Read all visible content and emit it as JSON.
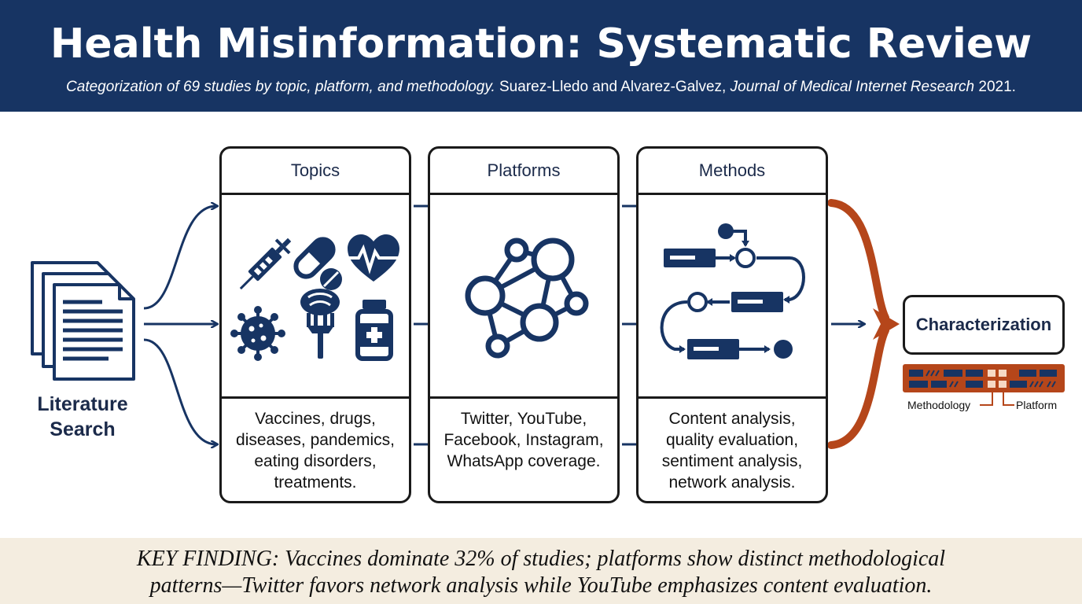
{
  "header": {
    "title": "Health Misinformation: Systematic Review",
    "subtitle_italic": "Categorization of 69 studies by topic, platform, and methodology.",
    "subtitle_authors": " Suarez-Lledo and Alvarez-Galvez, ",
    "subtitle_journal": "Journal of Medical Internet Research",
    "subtitle_year": " 2021."
  },
  "source": {
    "label": "Literature Search"
  },
  "cards": [
    {
      "title": "Topics",
      "icons": [
        "syringe-icon",
        "pill-icon",
        "heart-pulse-icon",
        "virus-icon",
        "fork-food-icon",
        "medicine-bottle-icon"
      ],
      "description": "Vaccines, drugs, diseases, pandemics, eating disorders, treatments."
    },
    {
      "title": "Platforms",
      "icons": [
        "network-graph-icon"
      ],
      "description": "Twitter, YouTube, Facebook, Instagram, WhatsApp coverage."
    },
    {
      "title": "Methods",
      "icons": [
        "flowchart-icon"
      ],
      "description": "Content analysis, quality evaluation, sentiment analysis, network analysis."
    }
  ],
  "output": {
    "label": "Characterization",
    "legend_left": "Methodology",
    "legend_right": "Platform"
  },
  "colors": {
    "navy": "#173463",
    "accent": "#b5461a",
    "footer_bg": "#f4ede0",
    "highlight": "#f6d9c4"
  },
  "key_finding": {
    "line1": "KEY FINDING: Vaccines dominate 32% of studies; platforms show distinct methodological",
    "line2": "patterns—Twitter favors network analysis while YouTube emphasizes content evaluation."
  }
}
